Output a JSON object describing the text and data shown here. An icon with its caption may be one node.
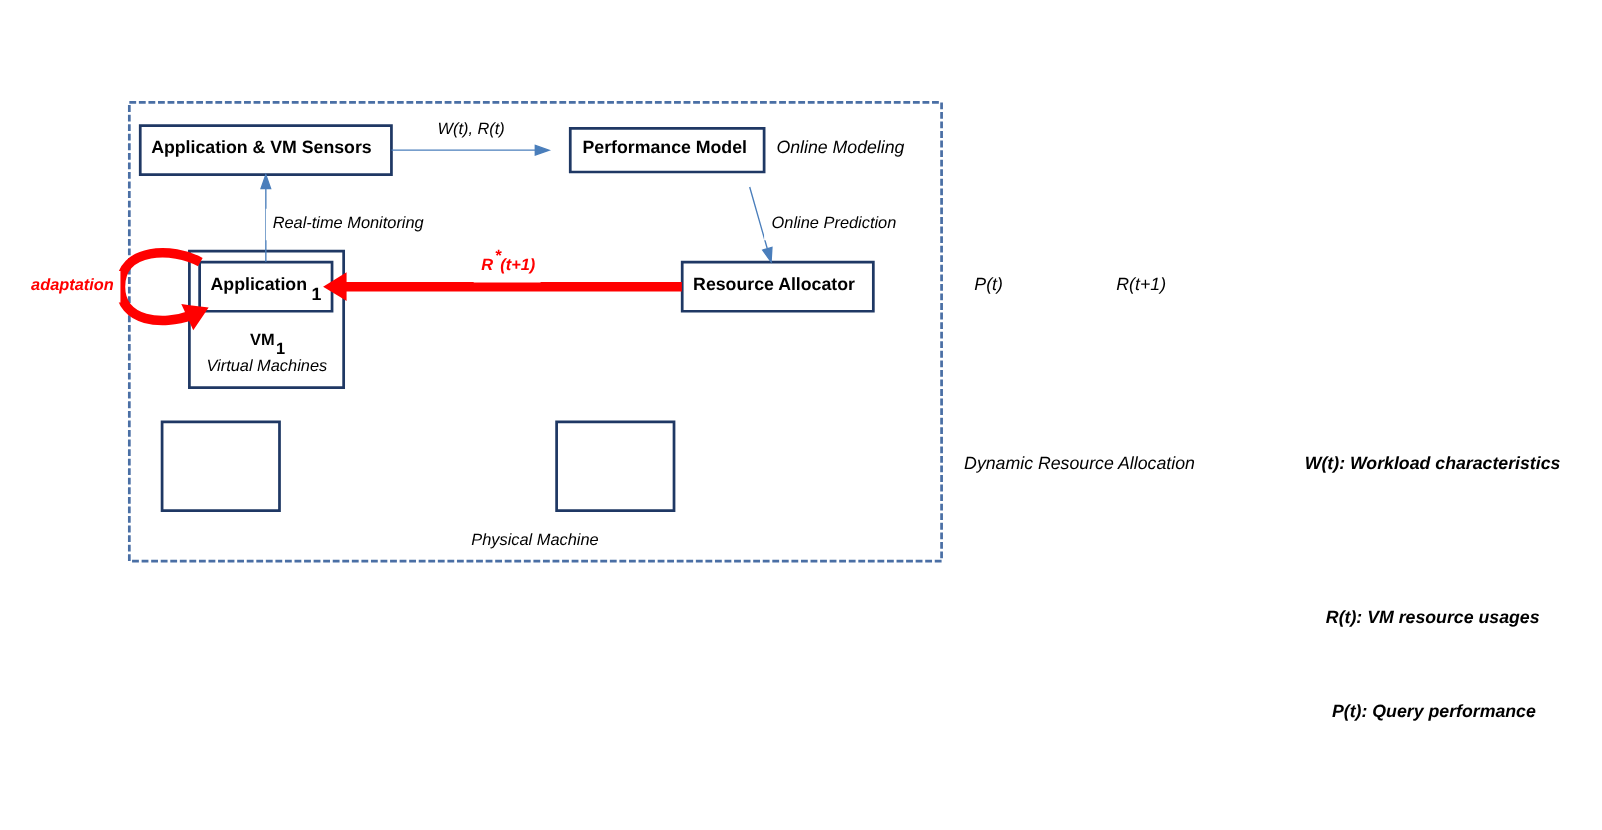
{
  "diagram": {
    "nodes": [
      {
        "text": [
          "Physical Machine"
        ]
      },
      {
        "text": [
          "Application & VM Sensors"
        ],
        "in": 0
      },
      {
        "text": [
          "Performance Model"
        ],
        "in": 0,
        "beside": [
          "Online Modeling"
        ]
      },
      {
        "text": [
          "Resource Allocator"
        ],
        "in": 0
      },
      {
        "text": [],
        "shape": "box",
        "in": 0
      },
      {
        "text": [],
        "shape": "box",
        "in": 0
      },
      {
        "text": [
          "VM$_{1}$"
        ],
        "in": 0,
        "beside": [
          "Virtual Machines"
        ]
      },
      {
        "text": [
          "Application$_{1}$"
        ],
        "in": 6
      }
    ],
    "edges": [
      {
        "from": 7,
        "to": 1,
        "arrow": "to",
        "label": "Real-time Monitoring"
      },
      {
        "from": 1,
        "to": 2,
        "arrow": "to",
        "label": "W(t), R(t)"
      },
      {
        "from": 2,
        "to": 3,
        "arrow": "to",
        "label": "Online Prediction"
      },
      {
        "from": 3,
        "to": 7,
        "arrow": "to",
        "label": "R$^{*}$(t+1)",
        "style": "thick",
        "color": "#ff0000"
      },
      {
        "from": 7,
        "to": 7,
        "arrow": "to",
        "label": "adaptation",
        "style": "thick",
        "color": "#ff0000"
      }
    ],
    "labels": [
      "P(t)",
      "R(t+1)",
      "Dynamic Resource Allocation",
      "W(t): Workload characteristics",
      "R(t): VM resource usages",
      "P(t): Query performance"
    ]
  }
}
